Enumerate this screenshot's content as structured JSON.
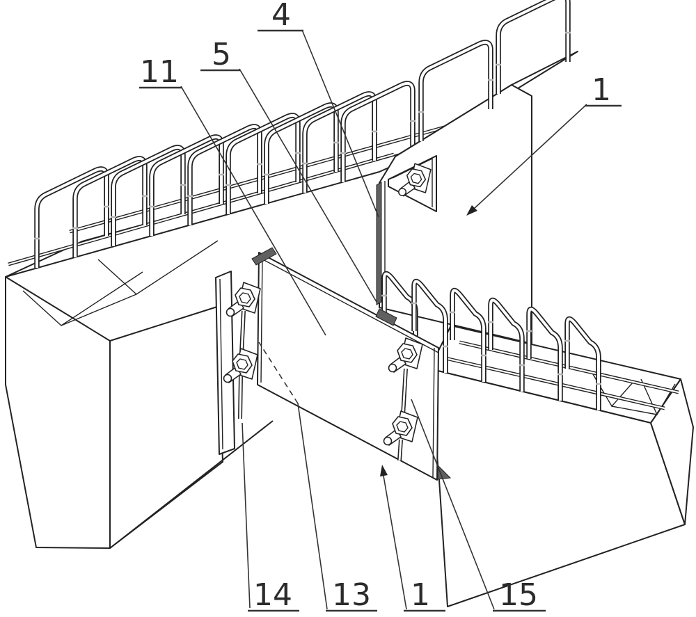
{
  "figure": {
    "type": "patent-line-drawing",
    "description": "Isometric line drawing of a precast concrete wall corner joint: two wall panels with rebar stirrup loops, corner column with recessed niche, connection plates and bolt assemblies, hatched joint seams",
    "background": "#ffffff",
    "line_color": "#222222",
    "seam_color": "#606060",
    "tick_color": "#b5b5b5",
    "stirrup_count_left_panel": 9,
    "stirrup_count_corner_column": 2,
    "stirrup_count_right_panel": 6,
    "bolt_assembly_count": 5,
    "reference_labels": [
      {
        "text": "4",
        "position": "top",
        "arrow": false
      },
      {
        "text": "5",
        "position": "top",
        "arrow": false
      },
      {
        "text": "11",
        "position": "top",
        "arrow": false
      },
      {
        "text": "1",
        "position": "top-right",
        "arrow": true
      },
      {
        "text": "14",
        "position": "bottom",
        "arrow": false
      },
      {
        "text": "13",
        "position": "bottom",
        "arrow": false
      },
      {
        "text": "1",
        "position": "bottom",
        "arrow": true
      },
      {
        "text": "15",
        "position": "bottom",
        "arrow": false
      }
    ]
  }
}
